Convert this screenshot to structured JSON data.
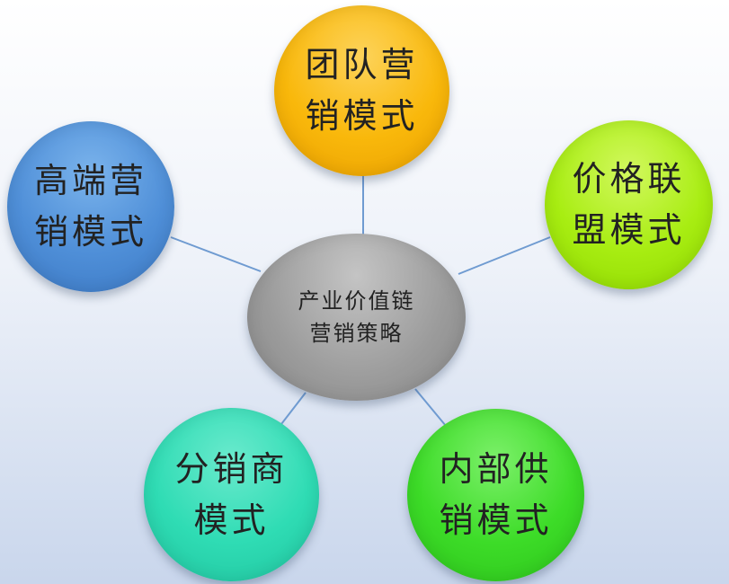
{
  "diagram": {
    "center": {
      "label": "产业价值链\n营销策略",
      "color": "#9b9b9b"
    },
    "nodes": [
      {
        "id": "team",
        "label": "团队营\n销模式",
        "color": "#f9b80b"
      },
      {
        "id": "highend",
        "label": "高端营\n销模式",
        "color": "#4f8fd8"
      },
      {
        "id": "price",
        "label": "价格联\n盟模式",
        "color": "#a8ed12"
      },
      {
        "id": "distributor",
        "label": "分销商\n模式",
        "color": "#2fdcb4"
      },
      {
        "id": "internal",
        "label": "内部供\n销模式",
        "color": "#3ddc28"
      }
    ],
    "link_color": "#6f9bd1"
  }
}
